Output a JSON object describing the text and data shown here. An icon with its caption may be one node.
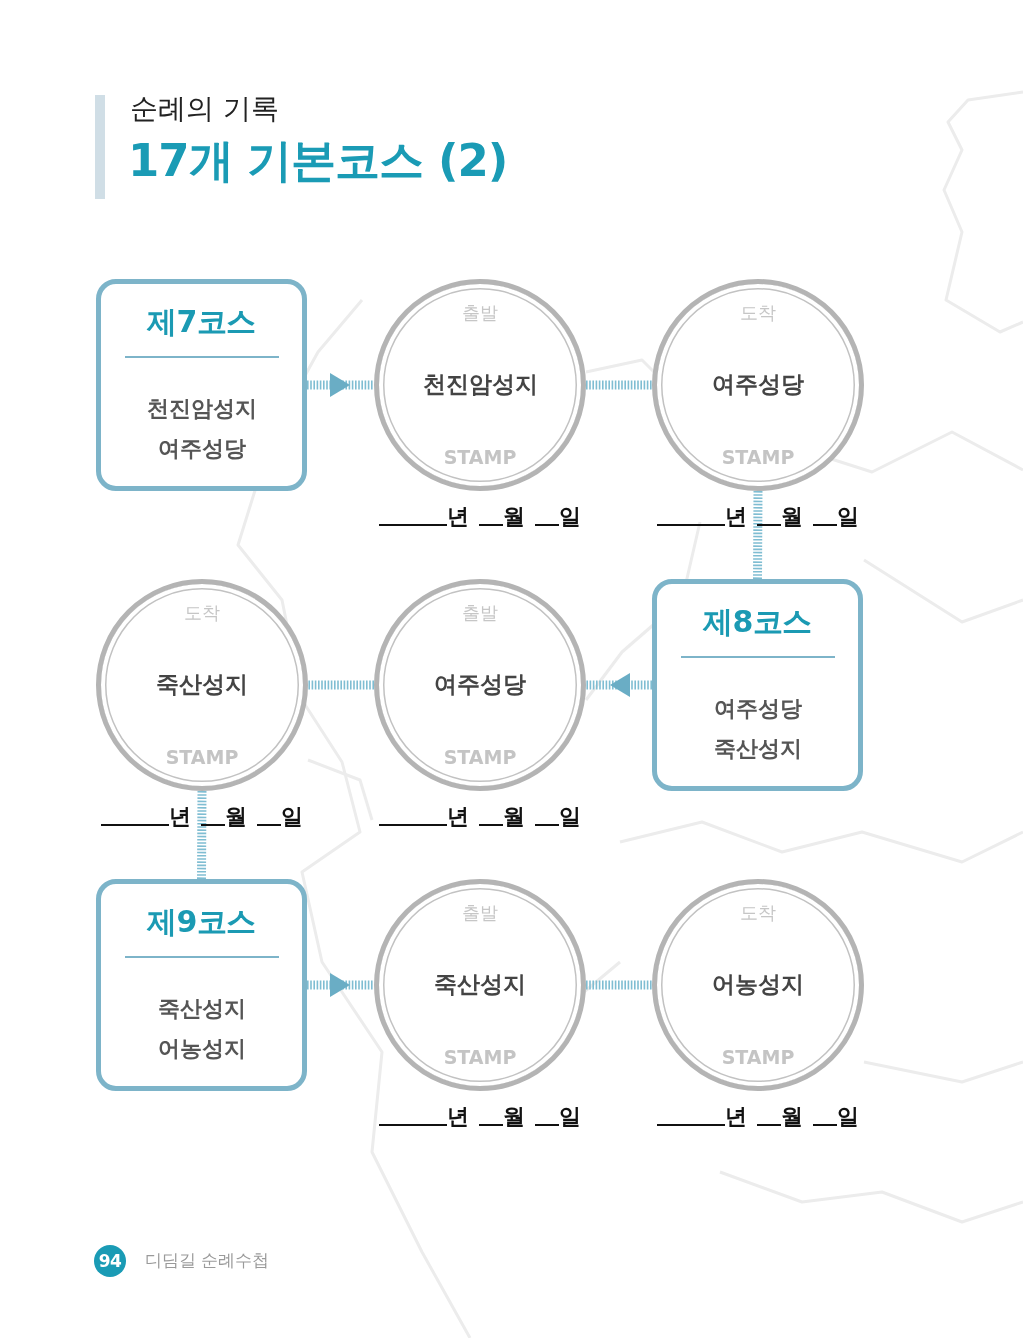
{
  "diagram": {
    "title": "17개 기본코스 (2)",
    "nodes": [
      {
        "text": [
          "제7코스",
          "천진암성지",
          "여주성당"
        ]
      },
      {
        "text": [
          "출발",
          "천진암성지",
          "STAMP"
        ],
        "beside": [
          "년",
          "월",
          "일"
        ]
      },
      {
        "text": [
          "도착",
          "여주성당",
          "STAMP"
        ],
        "beside": [
          "년",
          "월",
          "일"
        ]
      },
      {
        "text": [
          "도착",
          "죽산성지",
          "STAMP"
        ],
        "beside": [
          "년",
          "월",
          "일"
        ]
      },
      {
        "text": [
          "출발",
          "여주성당",
          "STAMP"
        ],
        "beside": [
          "년",
          "월",
          "일"
        ]
      },
      {
        "text": [
          "제8코스",
          "여주성당",
          "죽산성지"
        ]
      },
      {
        "text": [
          "제9코스",
          "죽산성지",
          "어농성지"
        ]
      },
      {
        "text": [
          "출발",
          "죽산성지",
          "STAMP"
        ],
        "beside": [
          "년",
          "월",
          "일"
        ]
      },
      {
        "text": [
          "도착",
          "어농성지",
          "STAMP"
        ],
        "beside": [
          "년",
          "월",
          "일"
        ]
      },
      {
        "text": [
          "94"
        ]
      }
    ],
    "edges": [
      {
        "from": 0,
        "to": 1,
        "arrow": "to",
        "style": "dashed"
      },
      {
        "from": 1,
        "to": 2,
        "arrow": "none",
        "style": "dashed"
      },
      {
        "from": 2,
        "to": 5,
        "arrow": "none",
        "style": "dashed"
      },
      {
        "from": 5,
        "to": 4,
        "arrow": "to",
        "style": "dashed"
      },
      {
        "from": 4,
        "to": 3,
        "arrow": "none",
        "style": "dashed"
      },
      {
        "from": 3,
        "to": 6,
        "arrow": "none",
        "style": "dashed"
      },
      {
        "from": 6,
        "to": 7,
        "arrow": "to",
        "style": "dashed"
      },
      {
        "from": 7,
        "to": 8,
        "arrow": "none",
        "style": "dashed"
      }
    ],
    "labels": [
      "순례의 기록",
      "디딤길 순례수첩"
    ]
  }
}
